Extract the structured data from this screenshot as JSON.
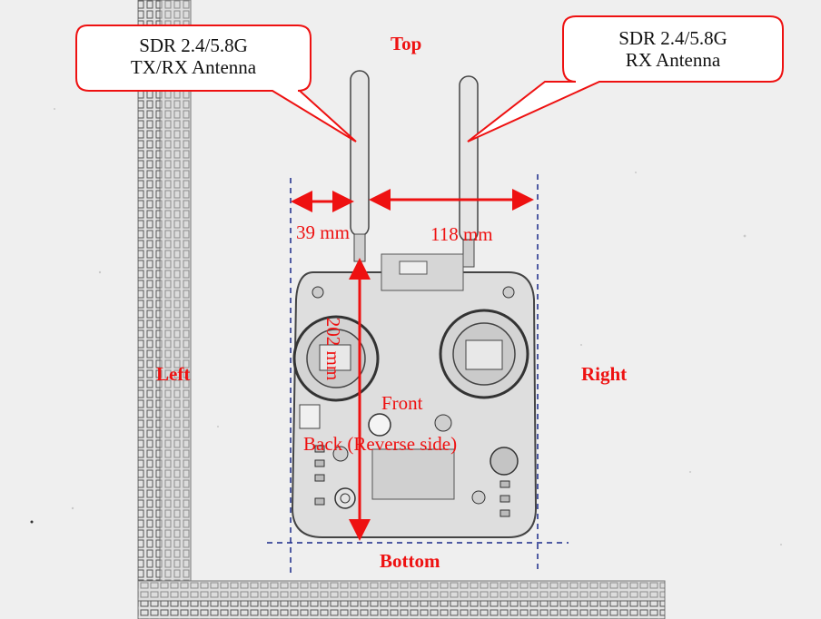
{
  "callouts": {
    "left_line1": "SDR 2.4/5.8G",
    "left_line2": "TX/RX Antenna",
    "right_line1": "SDR 2.4/5.8G",
    "right_line2": "RX Antenna"
  },
  "labels": {
    "top": "Top",
    "bottom": "Bottom",
    "left": "Left",
    "right": "Right",
    "front": "Front",
    "back": "Back (Reverse side)"
  },
  "dimensions": {
    "left_offset": "39 mm",
    "antenna_spacing": "118 mm",
    "height": "202 mm"
  },
  "colors": {
    "annotation": "#ee1111",
    "guide_lines": "#1a2a8a"
  }
}
